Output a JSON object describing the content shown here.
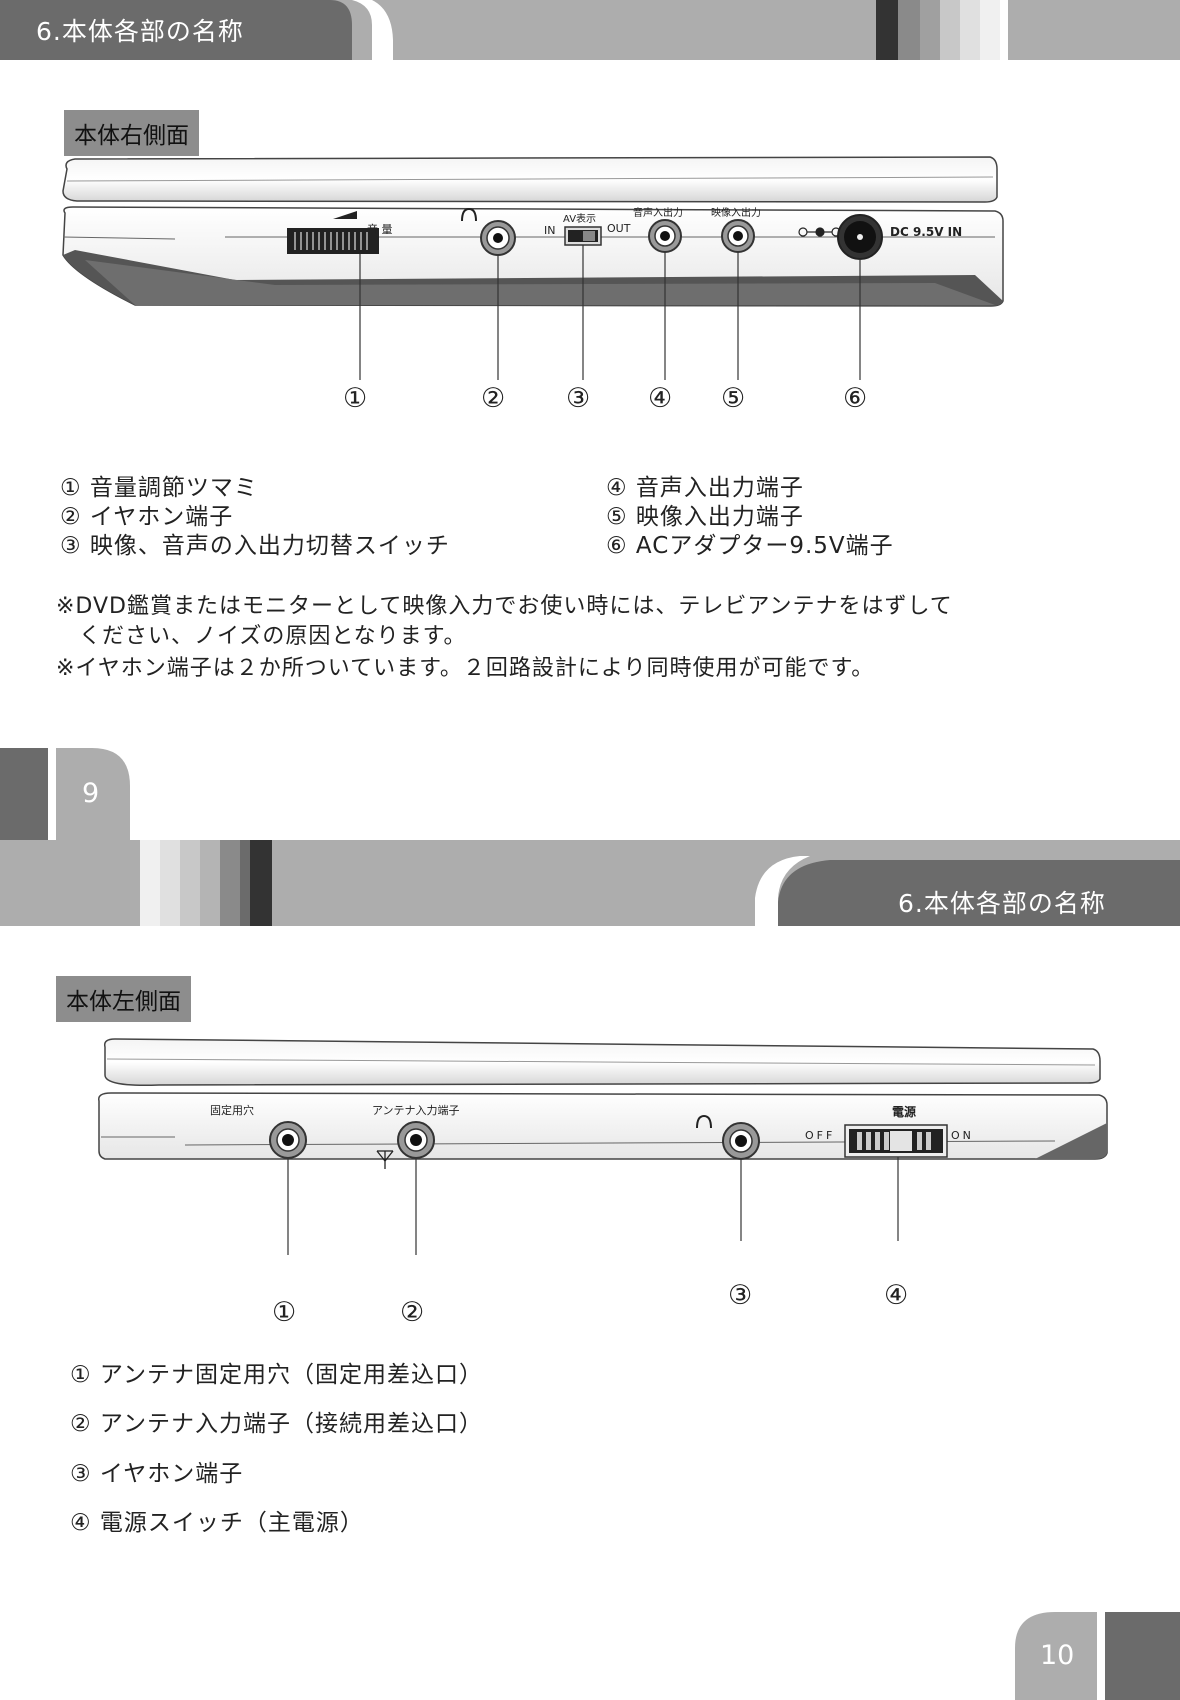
{
  "page_top": {
    "header_title": "6.本体各部の名称",
    "section_label": "本体右側面",
    "device_labels": {
      "volume": "音 量",
      "av_label": "AV表示",
      "in": "IN",
      "out": "OUT",
      "audio_io": "音声入出力",
      "video_io": "映像入出力",
      "dc_in": "DC 9.5V IN"
    },
    "callouts": [
      "①",
      "②",
      "③",
      "④",
      "⑤",
      "⑥"
    ],
    "items_left": [
      "① 音量調節ツマミ",
      "② イヤホン端子",
      "③ 映像、音声の入出力切替スイッチ"
    ],
    "items_right": [
      "④ 音声入出力端子",
      "⑤ 映像入出力端子",
      "⑥ ACアダプター9.5V端子"
    ],
    "notes": [
      "※DVD鑑賞またはモニターとして映像入力でお使い時には、テレビアンテナをはずして",
      "　ください、ノイズの原因となります。",
      "※イヤホン端子は２か所ついています。２回路設計により同時使用が可能です。"
    ],
    "page_number": "9"
  },
  "page_bottom": {
    "header_title": "6.本体各部の名称",
    "section_label": "本体左側面",
    "device_labels": {
      "mount_hole": "固定用穴",
      "antenna_in": "アンテナ入力端子",
      "power": "電源",
      "off": "OFF",
      "on": "ON"
    },
    "callouts": [
      "①",
      "②",
      "③",
      "④"
    ],
    "items": [
      "① アンテナ固定用穴（固定用差込口）",
      "② アンテナ入力端子（接続用差込口）",
      "③ イヤホン端子",
      "④ 電源スイッチ（主電源）"
    ],
    "page_number": "10"
  }
}
